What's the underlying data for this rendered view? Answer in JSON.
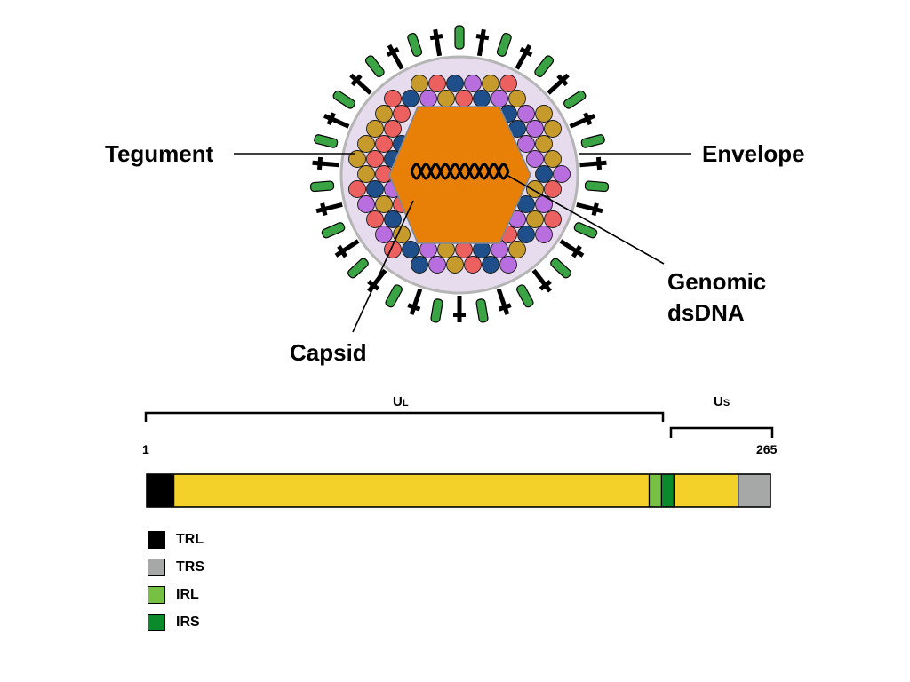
{
  "labels": {
    "tegument": "Tegument",
    "envelope": "Envelope",
    "genomic_line1": "Genomic",
    "genomic_line2": "dsDNA",
    "capsid": "Capsid"
  },
  "genome_map": {
    "ul_main": "U",
    "ul_sub": "L",
    "us_main": "U",
    "us_sub": "S",
    "start_label": "1",
    "end_label": "265",
    "segments": [
      {
        "name": "TRL",
        "start": 0,
        "end": 11,
        "color": "#000000"
      },
      {
        "name": "UL",
        "start": 11,
        "end": 203,
        "color": "#f4d128"
      },
      {
        "name": "IRL",
        "start": 203,
        "end": 208,
        "color": "#76c043"
      },
      {
        "name": "IRS",
        "start": 208,
        "end": 213,
        "color": "#0a8a2a"
      },
      {
        "name": "US",
        "start": 213,
        "end": 239,
        "color": "#f4d128"
      },
      {
        "name": "TRS",
        "start": 239,
        "end": 252,
        "color": "#a6a8a8"
      }
    ]
  },
  "legend": [
    {
      "label": "TRL",
      "color": "#000000"
    },
    {
      "label": "TRS",
      "color": "#a6a8a8"
    },
    {
      "label": "IRL",
      "color": "#76c043"
    },
    {
      "label": "IRS",
      "color": "#0a8a2a"
    }
  ],
  "colors": {
    "capsid": "#e87f07",
    "envelope_fill": "#e6dcee",
    "envelope_edge": "#b5b5b5",
    "glycoprotein_green": "#3aa343",
    "tegument_blue": "#1e4f8a",
    "tegument_red": "#ec6060",
    "tegument_gold": "#c69a2b",
    "tegument_purple": "#b96ee0"
  }
}
